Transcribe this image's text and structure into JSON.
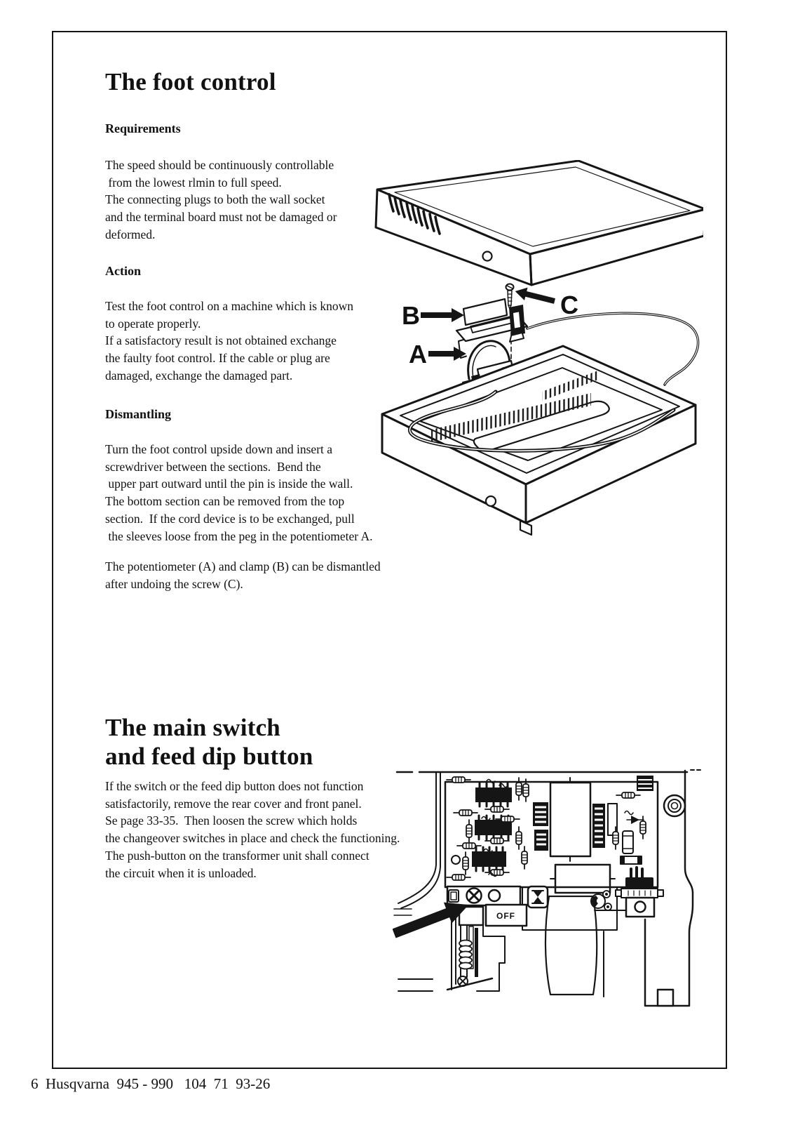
{
  "sections": {
    "foot_control": {
      "title": "The foot control",
      "requirements_heading": "Requirements",
      "requirements_lines": [
        "The speed should be continuously controllable",
        " from the lowest rlmin to full speed.",
        "The connecting plugs to both the wall socket",
        "and the terminal board must not be damaged or",
        "deformed."
      ],
      "action_heading": "Action",
      "action_lines": [
        "Test the foot control on a machine which is known",
        "to operate properly.",
        "If a satisfactory result is not obtained exchange",
        "the faulty foot control. If the cable or plug are",
        "damaged, exchange the damaged part."
      ],
      "dismantling_heading": "Dismantling",
      "dismantling_lines": [
        "Turn the foot control upside down and insert a",
        "screwdriver between the sections.  Bend the",
        " upper part outward until the pin is inside the wall.",
        "The bottom section can be removed from the top",
        "section.  If the cord device is to be exchanged, pull",
        " the sleeves loose from the peg in the potentiometer A."
      ],
      "note_lines": [
        "The potentiometer (A) and clamp (B) can be dismantled",
        "after undoing the screw (C)."
      ]
    },
    "main_switch": {
      "title_line1": "The main switch",
      "title_line2": "and feed dip button",
      "body_lines": [
        "If the switch or the feed dip button does not function",
        "satisfactorily, remove the rear cover and front panel.",
        "Se page 33-35.  Then loosen the screw which holds",
        "the changeover switches in place and check the functioning.",
        "The push-button on the transformer unit shall connect",
        "the circuit when it is unloaded."
      ]
    }
  },
  "figures": {
    "foot_control_exploded": {
      "label_a": "A",
      "label_b": "B",
      "label_c": "C"
    },
    "main_switch_board": {
      "off_label": "OFF"
    }
  },
  "footer": {
    "text": "6  Husqvarna  945 - 990   104  71  93-26"
  },
  "colors": {
    "ink": "#151515",
    "paper": "#ffffff"
  }
}
